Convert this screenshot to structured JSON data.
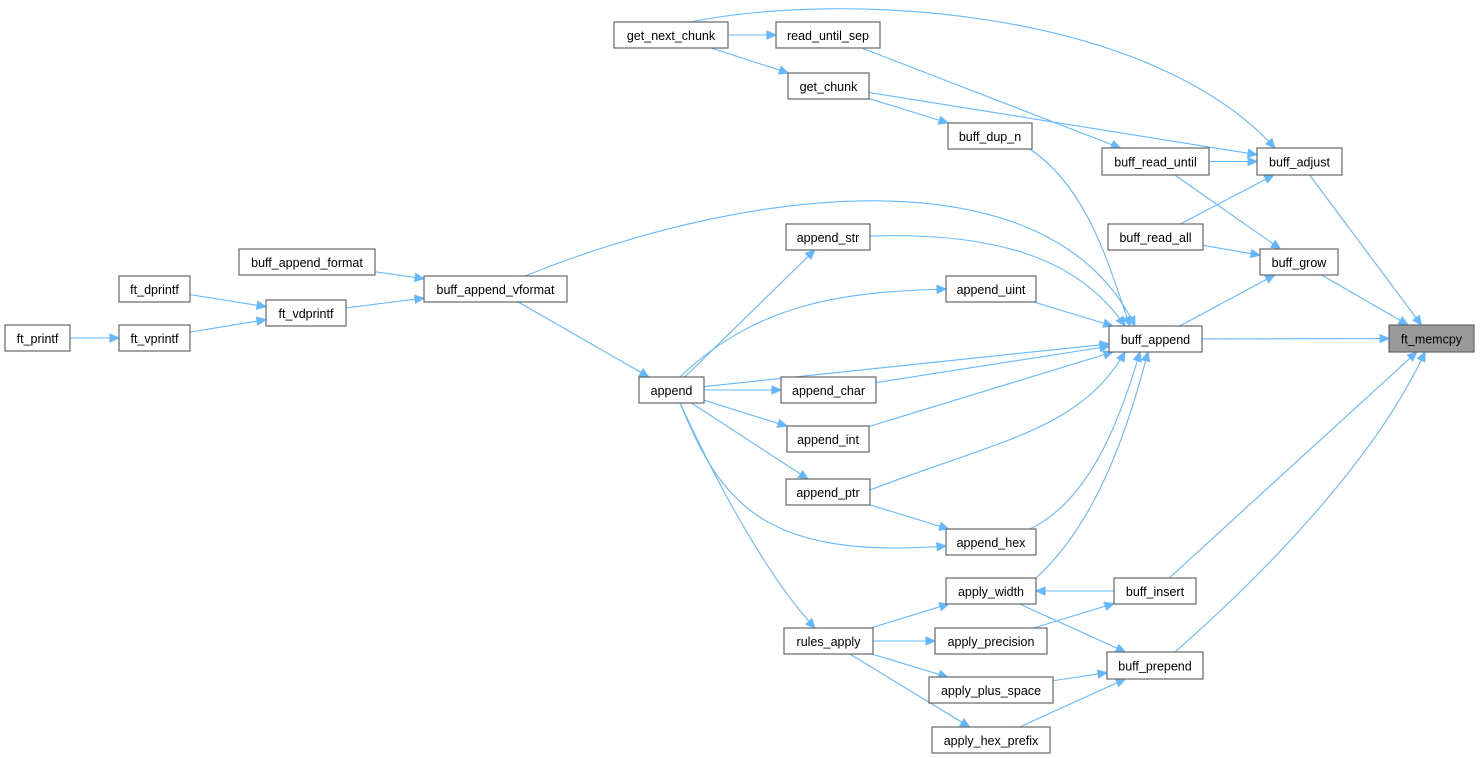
{
  "title": "ft_memcpy caller graph",
  "colors": {
    "edge": "#63b8ff",
    "focus_fill": "#999999",
    "node_border": "#666666"
  },
  "focus_node": "ft_memcpy",
  "nodes": [
    {
      "id": "ft_memcpy",
      "label": "ft_memcpy"
    },
    {
      "id": "buff_append",
      "label": "buff_append"
    },
    {
      "id": "buff_adjust",
      "label": "buff_adjust"
    },
    {
      "id": "buff_grow",
      "label": "buff_grow"
    },
    {
      "id": "buff_read_until",
      "label": "buff_read_until"
    },
    {
      "id": "buff_read_all",
      "label": "buff_read_all"
    },
    {
      "id": "buff_insert",
      "label": "buff_insert"
    },
    {
      "id": "buff_prepend",
      "label": "buff_prepend"
    },
    {
      "id": "get_next_chunk",
      "label": "get_next_chunk"
    },
    {
      "id": "read_until_sep",
      "label": "read_until_sep"
    },
    {
      "id": "get_chunk",
      "label": "get_chunk"
    },
    {
      "id": "buff_dup_n",
      "label": "buff_dup_n"
    },
    {
      "id": "append_str",
      "label": "append_str"
    },
    {
      "id": "append_uint",
      "label": "append_uint"
    },
    {
      "id": "append_char",
      "label": "append_char"
    },
    {
      "id": "append_int",
      "label": "append_int"
    },
    {
      "id": "append_ptr",
      "label": "append_ptr"
    },
    {
      "id": "append_hex",
      "label": "append_hex"
    },
    {
      "id": "apply_width",
      "label": "apply_width"
    },
    {
      "id": "apply_precision",
      "label": "apply_precision"
    },
    {
      "id": "apply_plus_space",
      "label": "apply_plus_space"
    },
    {
      "id": "apply_hex_prefix",
      "label": "apply_hex_prefix"
    },
    {
      "id": "rules_apply",
      "label": "rules_apply"
    },
    {
      "id": "append",
      "label": "append"
    },
    {
      "id": "buff_append_vformat",
      "label": "buff_append_vformat"
    },
    {
      "id": "buff_append_format",
      "label": "buff_append_format"
    },
    {
      "id": "ft_vdprintf",
      "label": "ft_vdprintf"
    },
    {
      "id": "ft_dprintf",
      "label": "ft_dprintf"
    },
    {
      "id": "ft_vprintf",
      "label": "ft_vprintf"
    },
    {
      "id": "ft_printf",
      "label": "ft_printf"
    }
  ],
  "edges": [
    [
      "buff_append",
      "ft_memcpy"
    ],
    [
      "buff_adjust",
      "ft_memcpy"
    ],
    [
      "buff_grow",
      "ft_memcpy"
    ],
    [
      "buff_insert",
      "ft_memcpy"
    ],
    [
      "buff_prepend",
      "ft_memcpy"
    ],
    [
      "buff_read_until",
      "buff_adjust"
    ],
    [
      "buff_read_all",
      "buff_adjust"
    ],
    [
      "get_chunk",
      "buff_adjust"
    ],
    [
      "get_next_chunk",
      "buff_adjust"
    ],
    [
      "read_until_sep",
      "buff_read_until"
    ],
    [
      "buff_read_until",
      "buff_grow"
    ],
    [
      "buff_read_all",
      "buff_grow"
    ],
    [
      "buff_append",
      "buff_grow"
    ],
    [
      "get_next_chunk",
      "read_until_sep"
    ],
    [
      "get_next_chunk",
      "get_chunk"
    ],
    [
      "get_chunk",
      "buff_dup_n"
    ],
    [
      "buff_dup_n",
      "buff_append"
    ],
    [
      "append_str",
      "buff_append"
    ],
    [
      "append_uint",
      "buff_append"
    ],
    [
      "append",
      "buff_append"
    ],
    [
      "append_char",
      "buff_append"
    ],
    [
      "append_int",
      "buff_append"
    ],
    [
      "append_ptr",
      "buff_append"
    ],
    [
      "append_hex",
      "buff_append"
    ],
    [
      "apply_width",
      "buff_append"
    ],
    [
      "buff_append_vformat",
      "buff_append"
    ],
    [
      "buff_insert",
      "apply_width"
    ],
    [
      "apply_precision",
      "buff_insert"
    ],
    [
      "apply_width",
      "buff_prepend"
    ],
    [
      "apply_plus_space",
      "buff_prepend"
    ],
    [
      "apply_hex_prefix",
      "buff_prepend"
    ],
    [
      "rules_apply",
      "apply_width"
    ],
    [
      "rules_apply",
      "apply_precision"
    ],
    [
      "rules_apply",
      "apply_plus_space"
    ],
    [
      "rules_apply",
      "apply_hex_prefix"
    ],
    [
      "append",
      "rules_apply"
    ],
    [
      "append",
      "append_str"
    ],
    [
      "append",
      "append_uint"
    ],
    [
      "append",
      "append_char"
    ],
    [
      "append",
      "append_int"
    ],
    [
      "append",
      "append_ptr"
    ],
    [
      "append",
      "append_hex"
    ],
    [
      "append_ptr",
      "append_hex"
    ],
    [
      "buff_append_vformat",
      "append"
    ],
    [
      "buff_append_format",
      "buff_append_vformat"
    ],
    [
      "ft_vdprintf",
      "buff_append_vformat"
    ],
    [
      "ft_dprintf",
      "ft_vdprintf"
    ],
    [
      "ft_vprintf",
      "ft_vdprintf"
    ],
    [
      "ft_printf",
      "ft_vprintf"
    ]
  ]
}
